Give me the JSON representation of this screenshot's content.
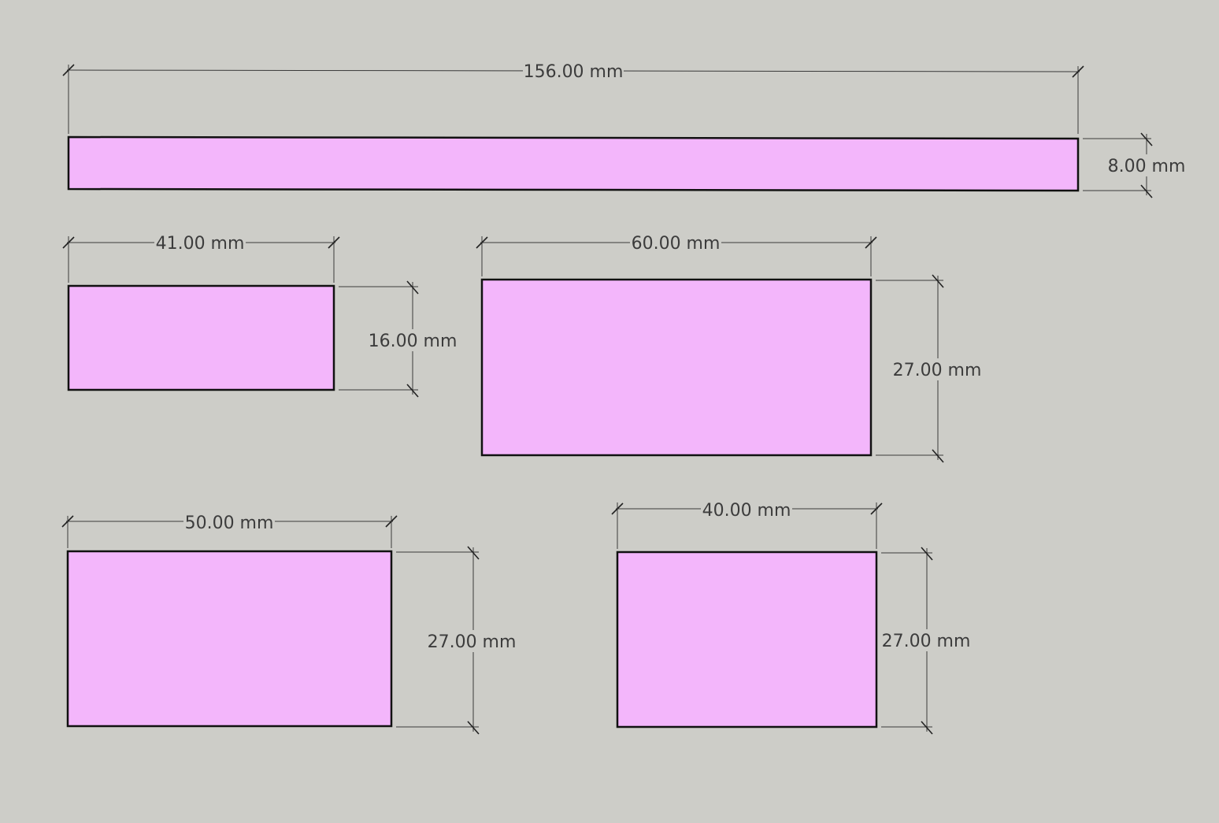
{
  "canvas": {
    "background": "#cdcdc8",
    "panel_fill": "#f3b6fb",
    "edge_color": "#111111"
  },
  "pieces": [
    {
      "id": "long-strip",
      "width_label": "156.00 mm",
      "height_label": "8.00 mm"
    },
    {
      "id": "small-panel",
      "width_label": "41.00 mm",
      "height_label": "16.00 mm"
    },
    {
      "id": "large-panel",
      "width_label": "60.00 mm",
      "height_label": "27.00 mm"
    },
    {
      "id": "bottom-left",
      "width_label": "50.00 mm",
      "height_label": "27.00 mm"
    },
    {
      "id": "bottom-right",
      "width_label": "40.00 mm",
      "height_label": "27.00 mm"
    }
  ]
}
